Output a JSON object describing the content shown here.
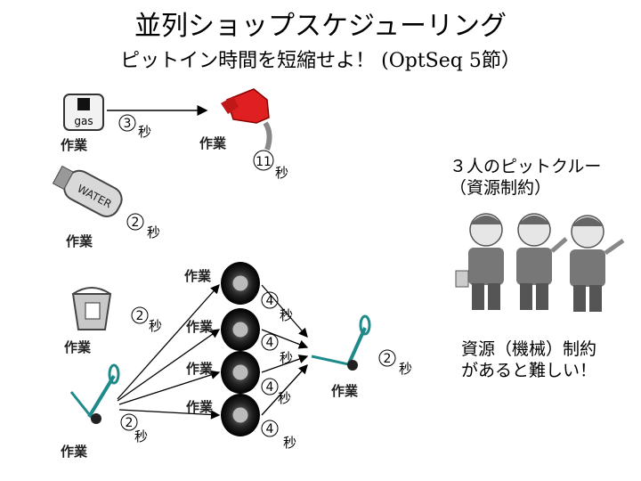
{
  "title": "並列ショップスケジューリング",
  "subtitle": {
    "jp": "ピットイン時間を短縮せよ！ ",
    "en": "(OptSeq 5節）"
  },
  "tasks": {
    "gas": {
      "icon_text": "gas",
      "duration": "3",
      "unit": "秒",
      "work": "作業"
    },
    "fuel": {
      "duration": "11",
      "unit": "秒",
      "work": "作業"
    },
    "water": {
      "icon_text": "WATER",
      "duration": "2",
      "unit": "秒",
      "work": "作業"
    },
    "bucket": {
      "duration": "2",
      "unit": "秒",
      "work": "作業"
    },
    "jack": {
      "duration": "2",
      "unit": "秒",
      "work": "作業"
    },
    "tires": [
      {
        "duration": "4",
        "unit": "秒",
        "work": "作業"
      },
      {
        "duration": "4",
        "unit": "秒",
        "work": "作業"
      },
      {
        "duration": "4",
        "unit": "秒",
        "work": "作業"
      },
      {
        "duration": "4",
        "unit": "秒",
        "work": "作業"
      }
    ],
    "jack_down": {
      "duration": "2",
      "unit": "秒",
      "work": "作業"
    }
  },
  "crew": {
    "line1": "３人のピットクルー",
    "line2": "（資源制約）"
  },
  "note": {
    "line1": "資源（機械）制約",
    "line2": "があると難しい！"
  },
  "colors": {
    "fuel_can": "#e02020",
    "jack": "#1e8a8a"
  }
}
